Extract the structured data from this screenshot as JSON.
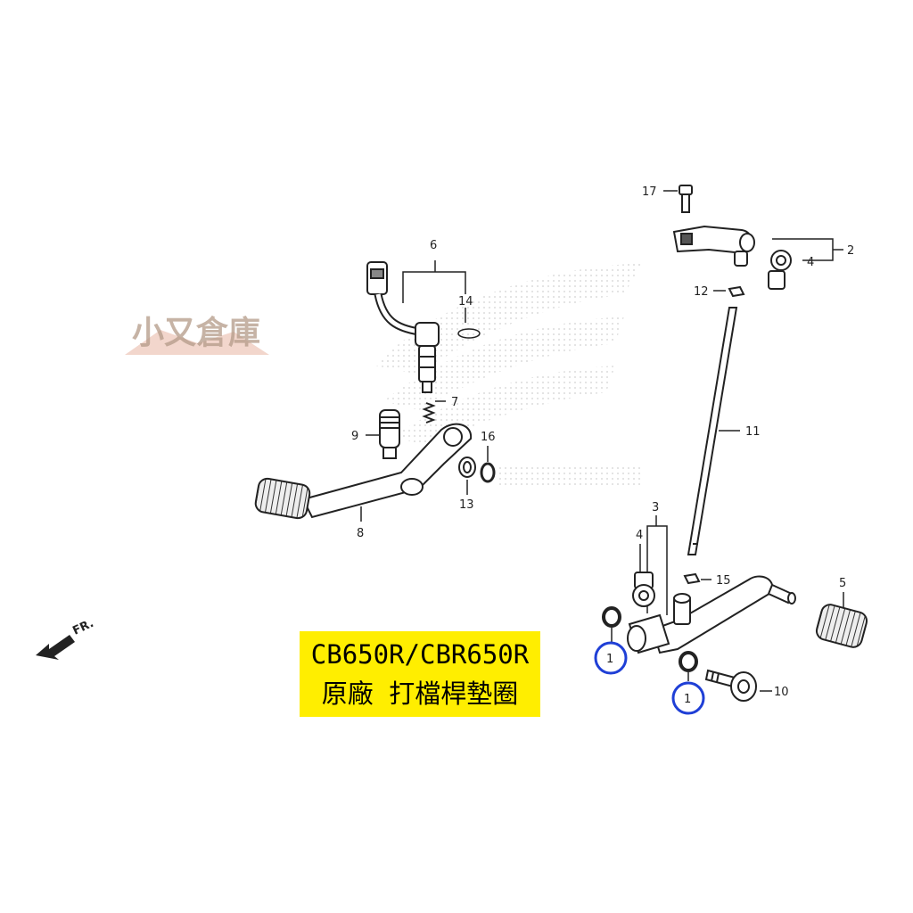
{
  "watermark": {
    "text": "小又倉庫"
  },
  "direction_label": "FR.",
  "caption": {
    "line1": "CB650R/CBR650R",
    "line2": "原廠 打檔桿墊圈"
  },
  "parts": {
    "p1a": "1",
    "p1b": "1",
    "p2": "2",
    "p3": "3",
    "p4a": "4",
    "p4b": "4",
    "p5": "5",
    "p6": "6",
    "p7": "7",
    "p8": "8",
    "p9": "9",
    "p10": "10",
    "p11": "11",
    "p12": "12",
    "p13": "13",
    "p14": "14",
    "p15": "15",
    "p16": "16",
    "p17": "17"
  },
  "colors": {
    "highlight_circle": "#1f3fd6",
    "caption_bg": "#ffee00",
    "watermark": "#c8b4a0"
  }
}
